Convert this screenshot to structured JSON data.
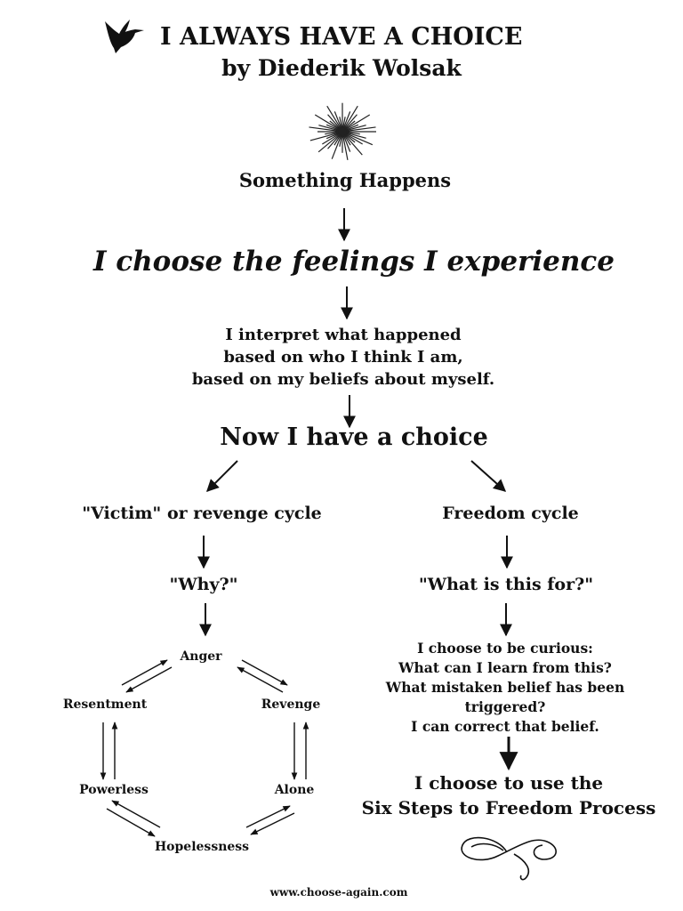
{
  "header": {
    "title": "I ALWAYS HAVE A CHOICE",
    "author": "by Diederik Wolsak",
    "bird_icon": "hummingbird-icon",
    "burst_icon": "starburst-icon"
  },
  "flow": {
    "step1": "Something Happens",
    "step2": "I choose the feelings I experience",
    "interpret_lines": [
      "I interpret what happened",
      "based on who I think I am,",
      "based on my beliefs about myself."
    ],
    "choice": "Now I have a choice"
  },
  "left": {
    "title": "\"Victim\" or revenge cycle",
    "question": "\"Why?\"",
    "cycle": {
      "anger": "Anger",
      "revenge": "Revenge",
      "alone": "Alone",
      "hopelessness": "Hopelessness",
      "powerless": "Powerless",
      "resentment": "Resentment"
    }
  },
  "right": {
    "title": "Freedom cycle",
    "question": "\"What is this for?\"",
    "curious_lines": [
      "I choose to be curious:",
      "What can I learn from this?",
      "What mistaken belief has been",
      "triggered?",
      "I can correct that belief."
    ],
    "six_steps_lines": [
      "I choose to use the",
      "Six Steps to Freedom Process"
    ],
    "flourish_icon": "flourish-icon"
  },
  "footer": {
    "url": "www.choose-again.com"
  }
}
